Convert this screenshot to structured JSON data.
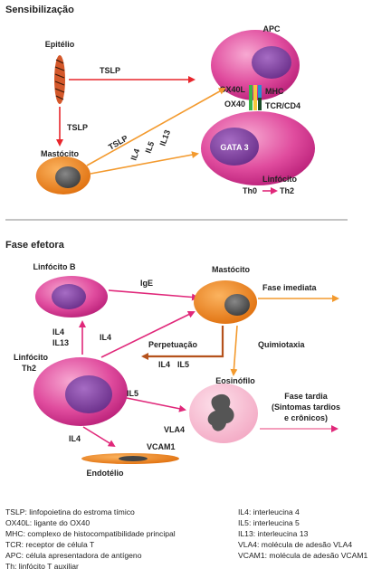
{
  "sections": {
    "sensitization_title": "Sensibilização",
    "effector_title": "Fase efetora"
  },
  "sensitization": {
    "epithelium": "Epitélio",
    "apc": "APC",
    "tslp_top": "TSLP",
    "tslp_down": "TSLP",
    "ox40l": "OX40L",
    "ox40": "OX40",
    "mhc": "MHC",
    "tcr_cd4": "TCR/CD4",
    "mast_cell": "Mastócito",
    "tslp_diag": "TSLP",
    "il4": "IL4",
    "il5": "IL5",
    "il13": "IL13",
    "gata3": "GATA 3",
    "lymphocyte": "Linfócito",
    "th0": "Th0",
    "th2": "Th2"
  },
  "effector": {
    "lymphocyte_b": "Linfócito B",
    "ige": "IgE",
    "mast_cell": "Mastócito",
    "immediate_phase": "Fase imediata",
    "il4_a": "IL4",
    "il13": "IL13",
    "il4_b": "IL4",
    "perpetuation": "Perpetuação",
    "chemotaxis": "Quimiotaxia",
    "lymphocyte": "Linfócito",
    "th2": "Th2",
    "il4_c": "IL4",
    "il5_a": "IL5",
    "eosinophil": "Eosinófilo",
    "il5_b": "IL5",
    "late_phase_1": "Fase tardia",
    "late_phase_2": "(Sintomas tardios",
    "late_phase_3": "e crônicos)",
    "vla4": "VLA4",
    "il4_d": "IL4",
    "vcam1": "VCAM1",
    "endothelium": "Endotélio"
  },
  "legend": {
    "left": [
      "TSLP: linfopoietina do estroma tímico",
      "OX40L: ligante do OX40",
      "MHC: complexo de histocompatibilidade principal",
      "TCR: receptor de célula T",
      "APC: célula apresentadora de antígeno",
      "Th: linfócito T auxiliar"
    ],
    "right": [
      "IL4: interleucina 4",
      "IL5: interleucina 5",
      "IL13: interleucina 13",
      "VLA4: molécula de adesão VLA4",
      "VCAM1: molécula de adesão VCAM1"
    ]
  },
  "colors": {
    "red_arrow": "#e8262c",
    "orange_arrow": "#f39a2e",
    "magenta_arrow": "#e0287a",
    "brown_arrow": "#b5521c",
    "pink_cell": "#d9378f",
    "purple_nucleus": "#7b3f98",
    "mast_orange": "#f08a24",
    "grey_nucleus": "#555555"
  }
}
